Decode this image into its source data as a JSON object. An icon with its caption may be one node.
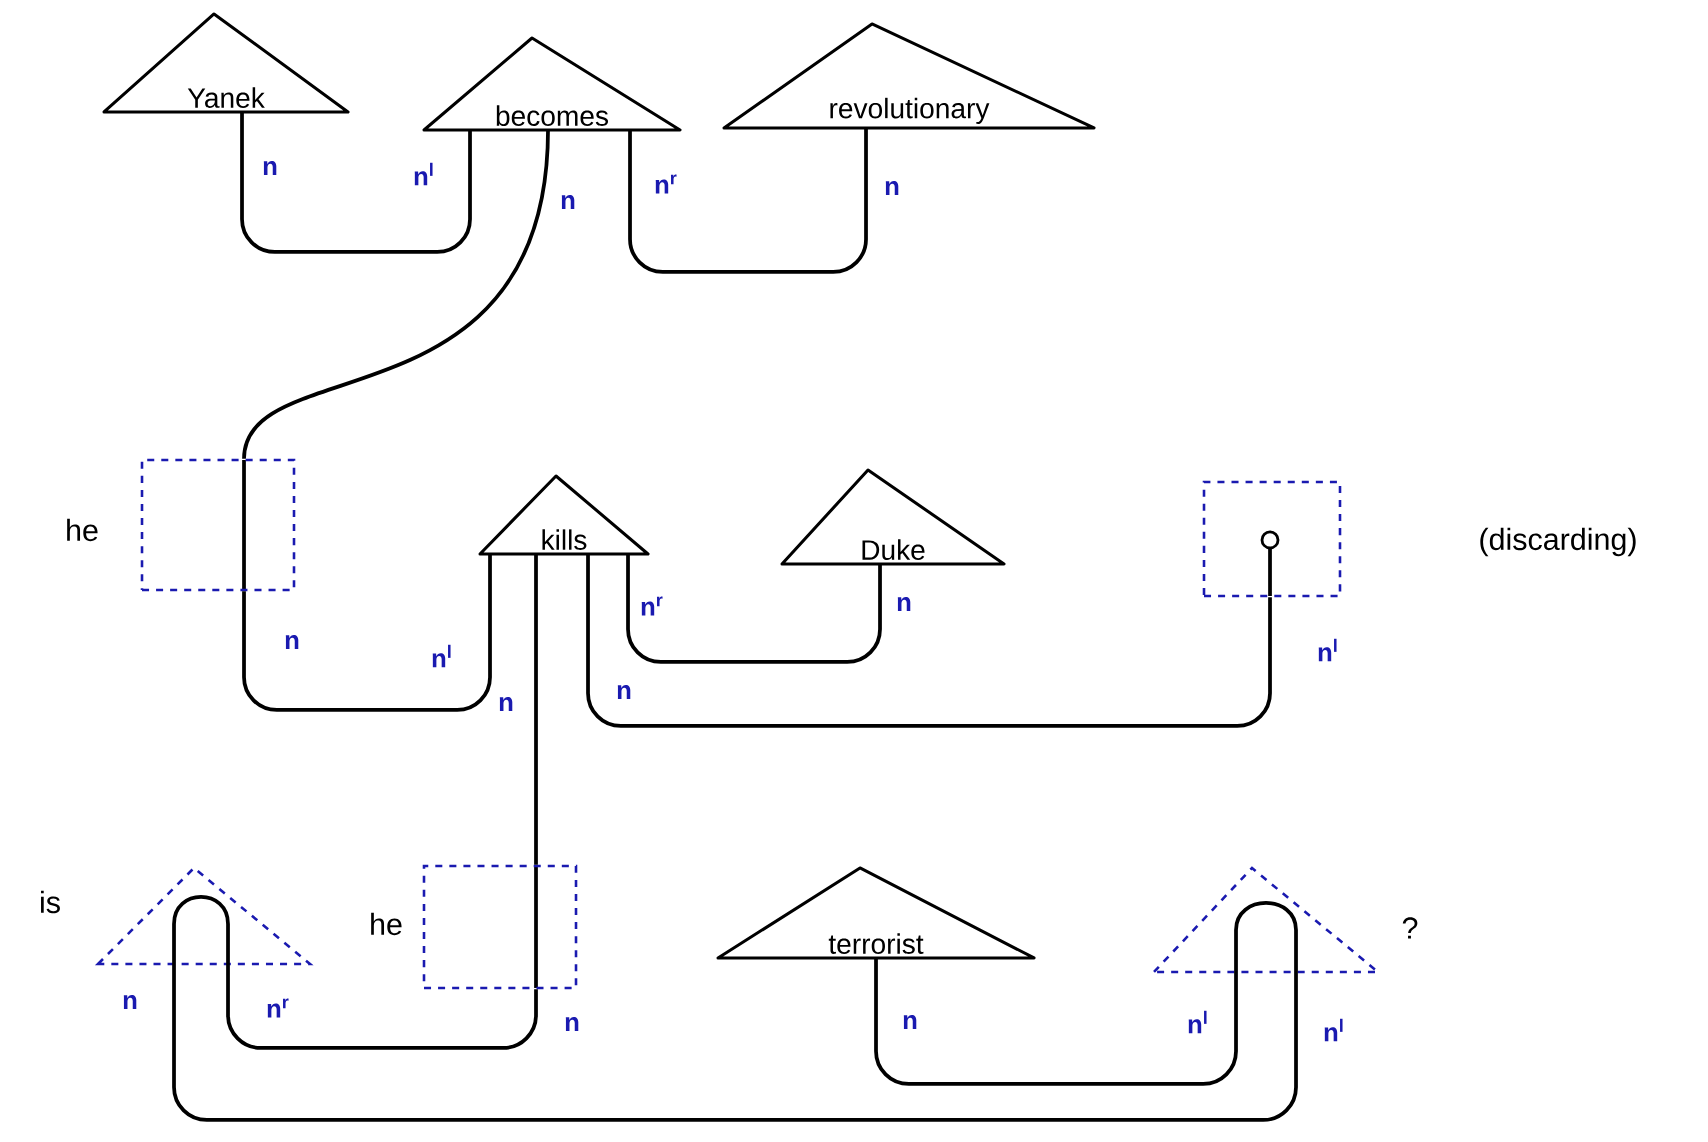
{
  "diagram": {
    "nodes": [
      {
        "text": [
          "Yanek"
        ]
      },
      {
        "text": [
          "becomes"
        ]
      },
      {
        "text": [
          "revolutionary"
        ]
      },
      {
        "text": [],
        "shape": "box",
        "beside": [
          "he"
        ]
      },
      {
        "text": [
          "kills"
        ]
      },
      {
        "text": [
          "Duke"
        ]
      },
      {
        "text": [],
        "shape": "box"
      },
      {
        "text": [],
        "shape": "triangle",
        "beside": [
          "is"
        ]
      },
      {
        "text": [],
        "shape": "box",
        "beside": [
          "he"
        ]
      },
      {
        "text": [
          "terrorist"
        ]
      },
      {
        "text": [],
        "shape": "triangle",
        "beside": [
          "?"
        ]
      }
    ],
    "edges": [
      {
        "from": 0,
        "to": 1,
        "arrow": "none"
      },
      {
        "from": 1,
        "to": 2,
        "arrow": "none"
      },
      {
        "from": 1,
        "to": 3,
        "arrow": "none"
      },
      {
        "from": 3,
        "to": 4,
        "arrow": "none"
      },
      {
        "from": 4,
        "to": 5,
        "arrow": "none"
      },
      {
        "from": 4,
        "to": 6,
        "arrow": "none"
      },
      {
        "from": 4,
        "to": 8,
        "arrow": "none"
      },
      {
        "from": 8,
        "to": 7,
        "arrow": "none"
      },
      {
        "from": 9,
        "to": 10,
        "arrow": "none"
      },
      {
        "from": 7,
        "to": 10,
        "arrow": "none"
      }
    ],
    "labels": [
      "n",
      "n$^{l}$",
      "n",
      "n$^{r}$",
      "n",
      "n",
      "n$^{l}$",
      "n",
      "n$^{r}$",
      "n",
      "n",
      "n$^{l}$",
      "(discarding)",
      "n",
      "n$^{r}$",
      "n",
      "n",
      "n$^{l}$",
      "n$^{l}$"
    ]
  }
}
